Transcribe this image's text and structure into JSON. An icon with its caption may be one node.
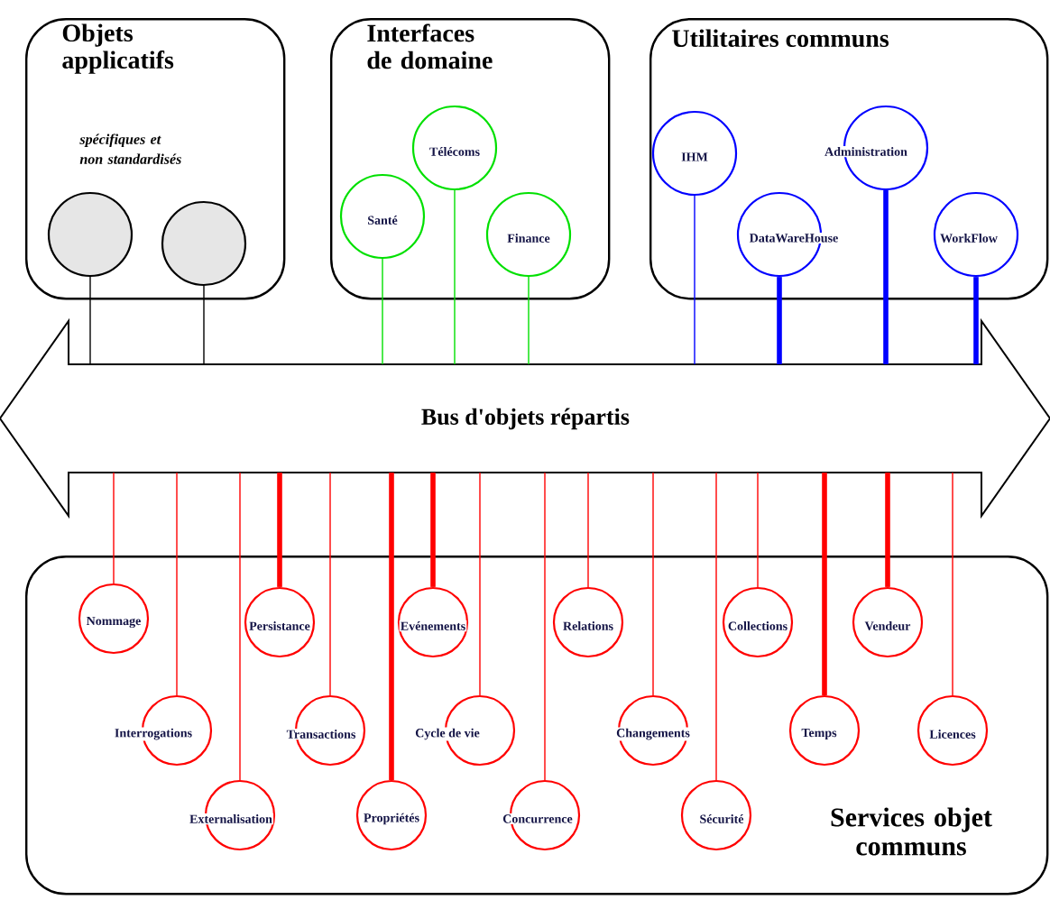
{
  "diagram": {
    "nodes": [
      {
        "text": [
          "Objets applicatifs",
          "spécifiques et non standardisés"
        ]
      },
      {
        "text": [],
        "shape": "circle",
        "in": 0
      },
      {
        "text": [],
        "shape": "circle",
        "in": 0
      },
      {
        "text": [
          "Interfaces de domaine"
        ]
      },
      {
        "text": [
          "Télécoms"
        ],
        "in": 3
      },
      {
        "text": [
          "Santé"
        ],
        "in": 3
      },
      {
        "text": [
          "Finance"
        ],
        "in": 3
      },
      {
        "text": [
          "Utilitaires communs"
        ]
      },
      {
        "text": [
          "IHM"
        ],
        "in": 7
      },
      {
        "text": [
          "Administration"
        ],
        "in": 7
      },
      {
        "text": [
          "DataWareHouse"
        ],
        "in": 7
      },
      {
        "text": [
          "WorkFlow"
        ],
        "in": 7
      },
      {
        "text": [
          "Bus d'objets répartis"
        ]
      },
      {
        "text": [
          "Services objet communs"
        ]
      },
      {
        "text": [
          "Nommage"
        ],
        "in": 13
      },
      {
        "text": [
          "Persistance"
        ],
        "in": 13
      },
      {
        "text": [
          "Evénements"
        ],
        "in": 13
      },
      {
        "text": [
          "Relations"
        ],
        "in": 13
      },
      {
        "text": [
          "Collections"
        ],
        "in": 13
      },
      {
        "text": [
          "Vendeur"
        ],
        "in": 13
      },
      {
        "text": [
          "Interrogations"
        ],
        "in": 13
      },
      {
        "text": [
          "Transactions"
        ],
        "in": 13
      },
      {
        "text": [
          "Cycle de vie"
        ],
        "in": 13
      },
      {
        "text": [
          "Changements"
        ],
        "in": 13
      },
      {
        "text": [
          "Temps"
        ],
        "in": 13
      },
      {
        "text": [
          "Licences"
        ],
        "in": 13
      },
      {
        "text": [
          "Externalisation"
        ],
        "in": 13
      },
      {
        "text": [
          "Propriétés"
        ],
        "in": 13
      },
      {
        "text": [
          "Concurrence"
        ],
        "in": 13
      },
      {
        "text": [
          "Sécurité"
        ],
        "in": 13
      }
    ],
    "edges": [
      {
        "from": 1,
        "to": 12,
        "arrow": "none",
        "color": "#000000"
      },
      {
        "from": 2,
        "to": 12,
        "arrow": "none",
        "color": "#000000"
      },
      {
        "from": 5,
        "to": 12,
        "arrow": "none",
        "color": "#00e000"
      },
      {
        "from": 4,
        "to": 12,
        "arrow": "none",
        "color": "#00e000"
      },
      {
        "from": 6,
        "to": 12,
        "arrow": "none",
        "color": "#00e000"
      },
      {
        "from": 8,
        "to": 12,
        "arrow": "none",
        "color": "#0000ff"
      },
      {
        "from": 10,
        "to": 12,
        "arrow": "none",
        "style": "thick",
        "color": "#0000ff"
      },
      {
        "from": 9,
        "to": 12,
        "arrow": "none",
        "style": "thick",
        "color": "#0000ff"
      },
      {
        "from": 11,
        "to": 12,
        "arrow": "none",
        "style": "thick",
        "color": "#0000ff"
      },
      {
        "from": 12,
        "to": 14,
        "arrow": "none"
      },
      {
        "from": 12,
        "to": 20,
        "arrow": "none"
      },
      {
        "from": 12,
        "to": 26,
        "arrow": "none"
      },
      {
        "from": 12,
        "to": 15,
        "arrow": "none",
        "style": "thick"
      },
      {
        "from": 12,
        "to": 21,
        "arrow": "none"
      },
      {
        "from": 12,
        "to": 27,
        "arrow": "none",
        "style": "thick"
      },
      {
        "from": 12,
        "to": 16,
        "arrow": "none",
        "style": "thick"
      },
      {
        "from": 12,
        "to": 22,
        "arrow": "none"
      },
      {
        "from": 12,
        "to": 28,
        "arrow": "none"
      },
      {
        "from": 12,
        "to": 17,
        "arrow": "none"
      },
      {
        "from": 12,
        "to": 23,
        "arrow": "none"
      },
      {
        "from": 12,
        "to": 29,
        "arrow": "none"
      },
      {
        "from": 12,
        "to": 18,
        "arrow": "none"
      },
      {
        "from": 12,
        "to": 24,
        "arrow": "none",
        "style": "thick"
      },
      {
        "from": 12,
        "to": 19,
        "arrow": "none",
        "style": "thick"
      },
      {
        "from": 12,
        "to": 25,
        "arrow": "none"
      }
    ]
  }
}
